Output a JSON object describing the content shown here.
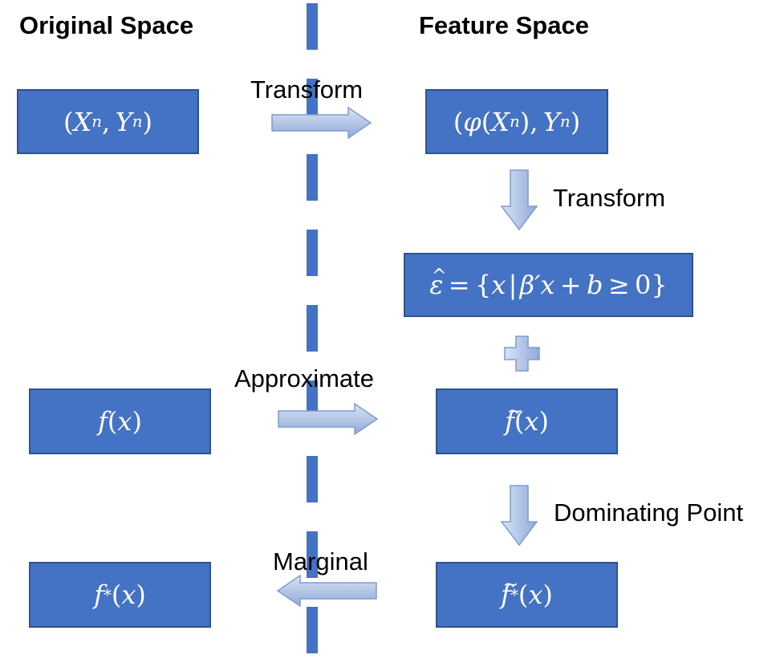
{
  "headings": {
    "left": "Original Space",
    "right": "Feature Space"
  },
  "labels": {
    "transform_top": "Transform",
    "transform_side": "Transform",
    "approximate": "Approximate",
    "dominating_point": "Dominating Point",
    "marginal": "Marginal"
  },
  "colors": {
    "box_fill": "#4472c4",
    "box_border": "#2f528f",
    "arrow_fill_light": "#dae3f3",
    "arrow_fill_dark": "#8faadc",
    "arrow_stroke": "#7f9bd0",
    "divider": "#4472c4"
  },
  "boxes": {
    "xy_original": "(X_n, Y_n)",
    "phi_feature": "(φ(X_n), Y_n)",
    "epsilon_hat": "ε̂ = {x | β′x + b ≥ 0}",
    "f_original": "f(x)",
    "f_tilde": "f̃(x)",
    "f_star": "f*(x)",
    "f_tilde_star": "f̃*(x)"
  },
  "icons": [
    "right-arrow-icon",
    "down-arrow-icon",
    "plus-icon",
    "left-arrow-icon"
  ]
}
